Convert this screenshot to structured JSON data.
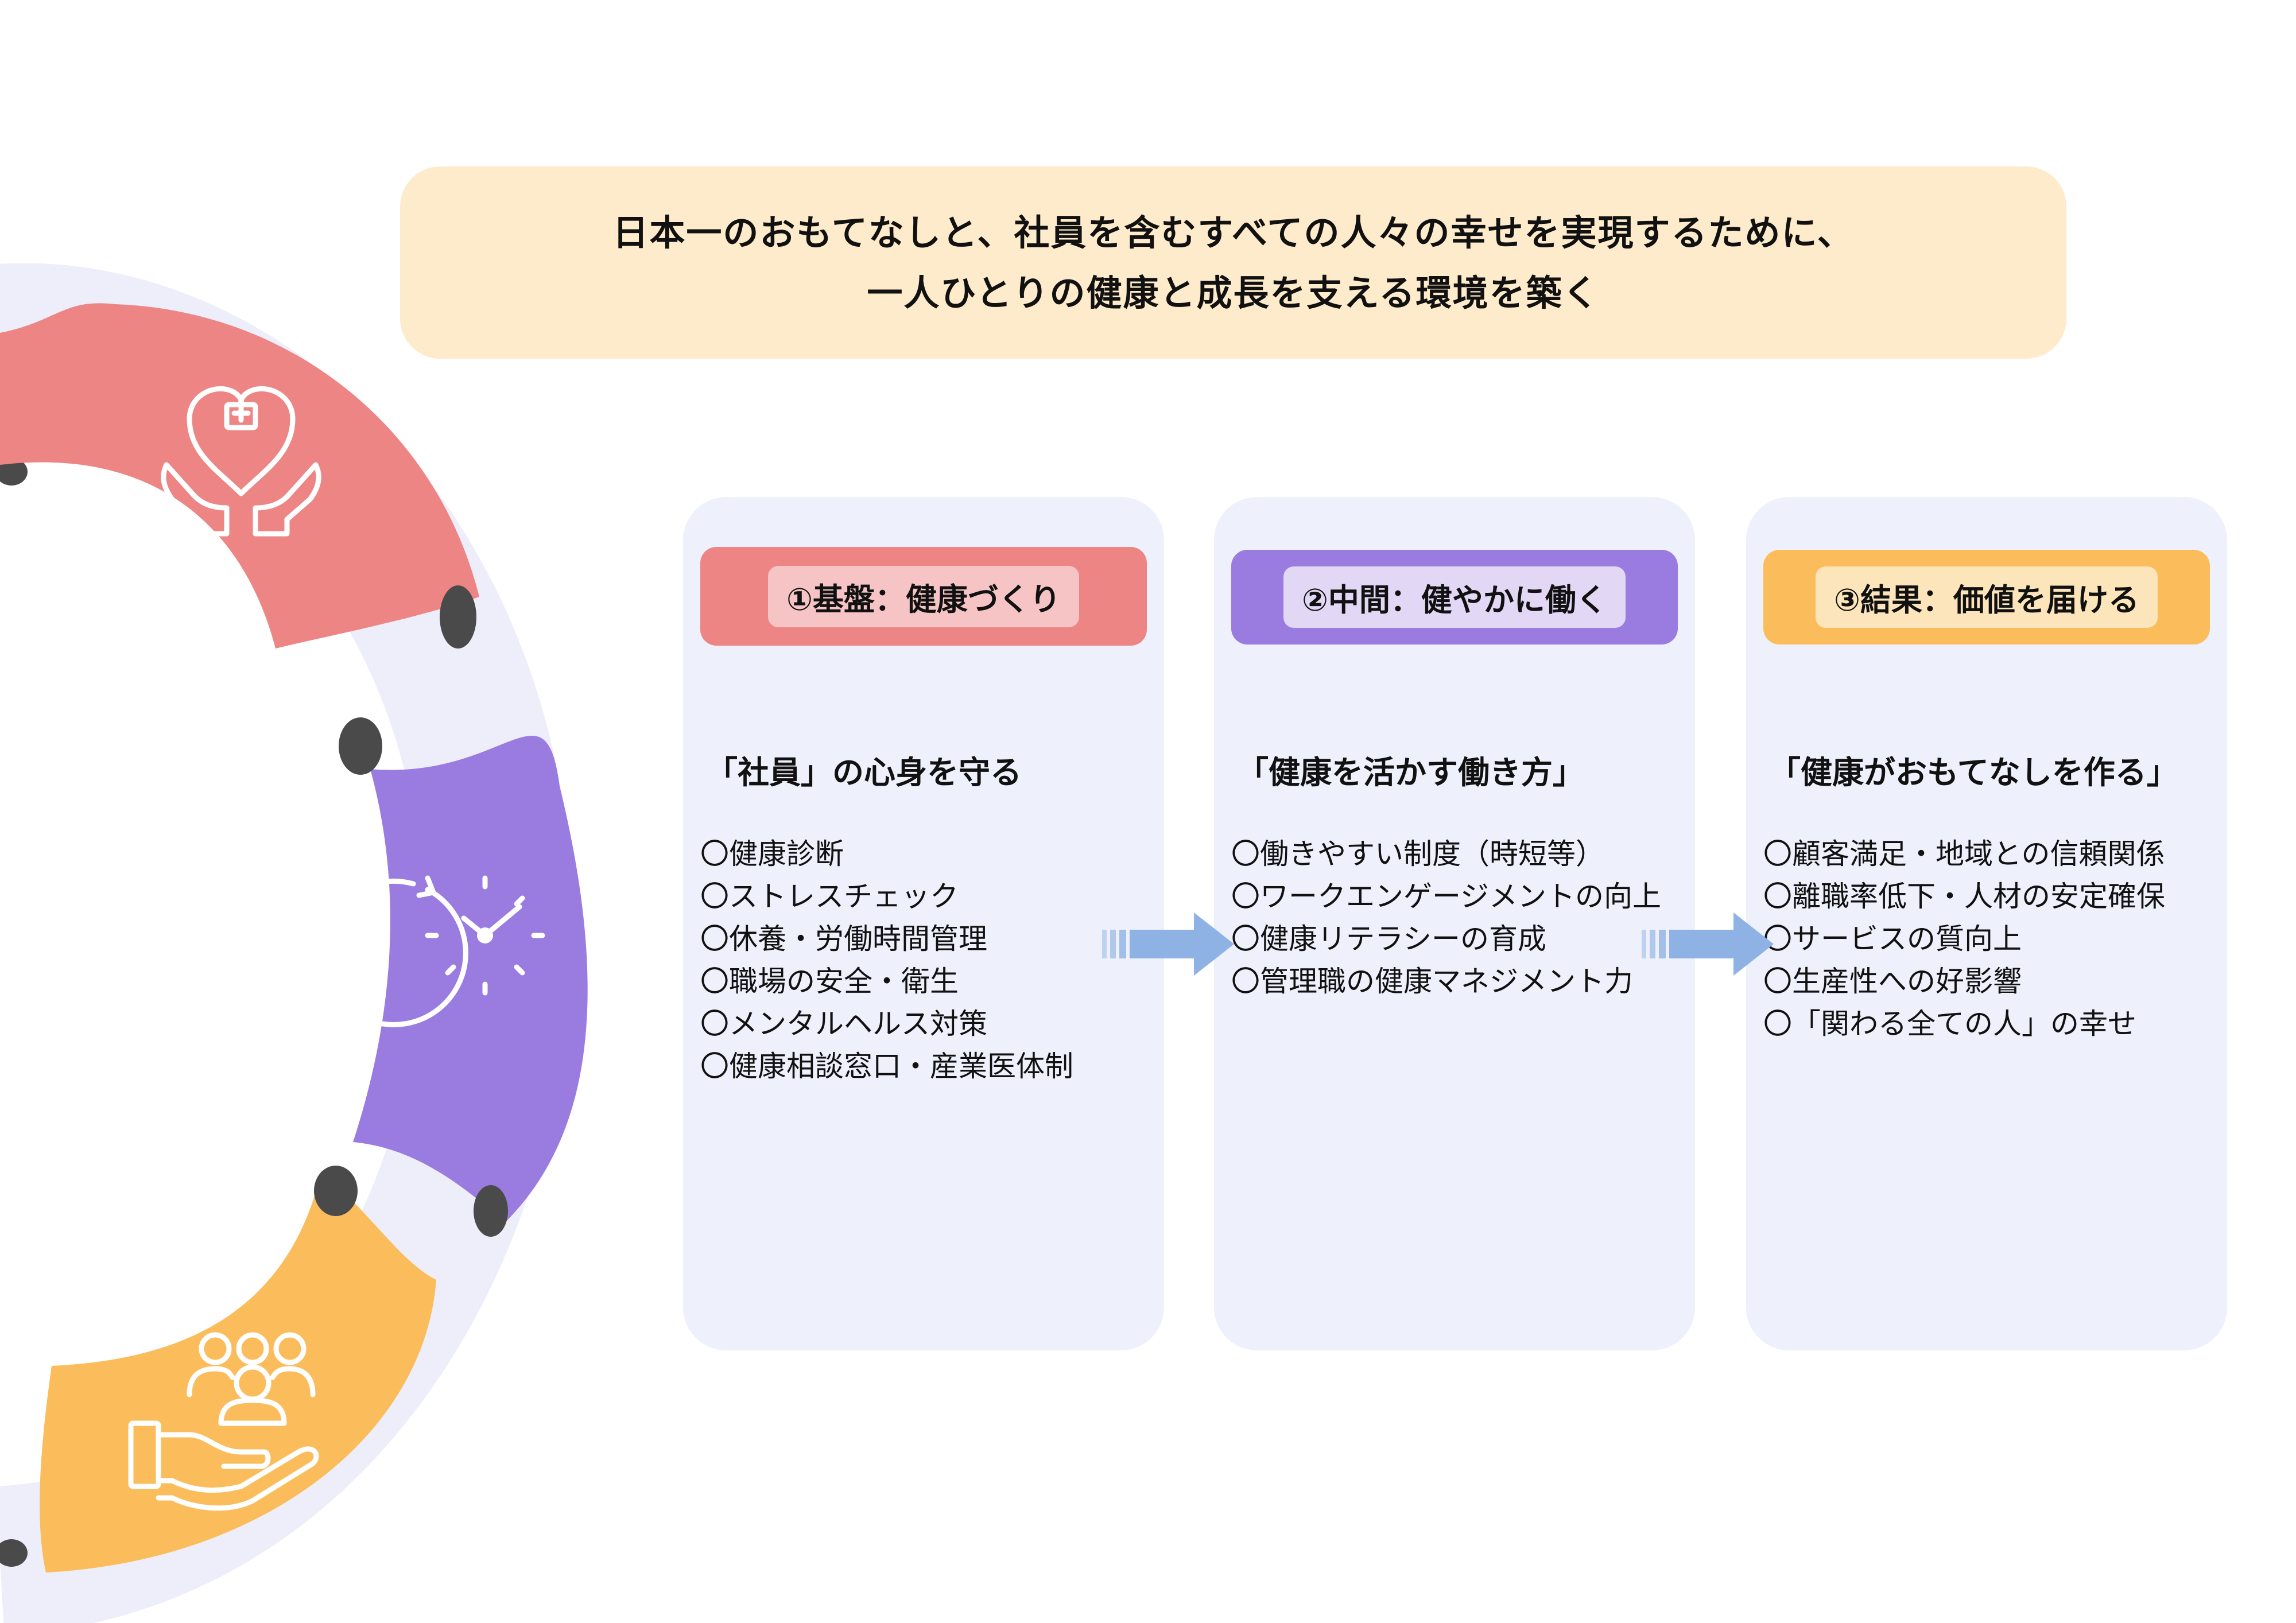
{
  "banner": {
    "line1": "日本一のおもてなしと、社員を含むすべての人々の幸せを実現するために、",
    "line2": "一人ひとりの健康と成長を支える環境を築く"
  },
  "ring_icons": {
    "top": "heart-care-hands-icon",
    "middle": "clock-cycle-icon",
    "bottom": "people-hand-icon"
  },
  "colors": {
    "banner_bg": "#fdebcb",
    "column_bg": "#eef0fc",
    "ring_track": "#edeefa",
    "ring_shadow": "#4a4a4a",
    "arrow": "#8fb2e4",
    "red": "#ee8585",
    "red_pill": "#f6c4c5",
    "purple": "#9a7be0",
    "purple_pill": "#e2d8f6",
    "orange": "#fbbd5c",
    "orange_pill": "#fde5bb"
  },
  "columns": [
    {
      "title": "①基盤：健康づくり",
      "subtitle": "「社員」の心身を守る",
      "items": [
        "〇健康診断",
        "〇ストレスチェック",
        "〇休養・労働時間管理",
        "〇職場の安全・衛生",
        "〇メンタルヘルス対策",
        "〇健康相談窓口・産業医体制"
      ]
    },
    {
      "title": "②中間：健やかに働く",
      "subtitle": "「健康を活かす働き方」",
      "items": [
        "〇働きやすい制度（時短等）",
        "〇ワークエンゲージメントの向上",
        "〇健康リテラシーの育成",
        "〇管理職の健康マネジメント力"
      ]
    },
    {
      "title": "③結果：価値を届ける",
      "subtitle": "「健康がおもてなしを作る」",
      "items": [
        "〇顧客満足・地域との信頼関係",
        "〇離職率低下・人材の安定確保",
        "〇サービスの質向上",
        "〇生産性への好影響",
        "〇「関わる全ての人」の幸せ"
      ]
    }
  ]
}
